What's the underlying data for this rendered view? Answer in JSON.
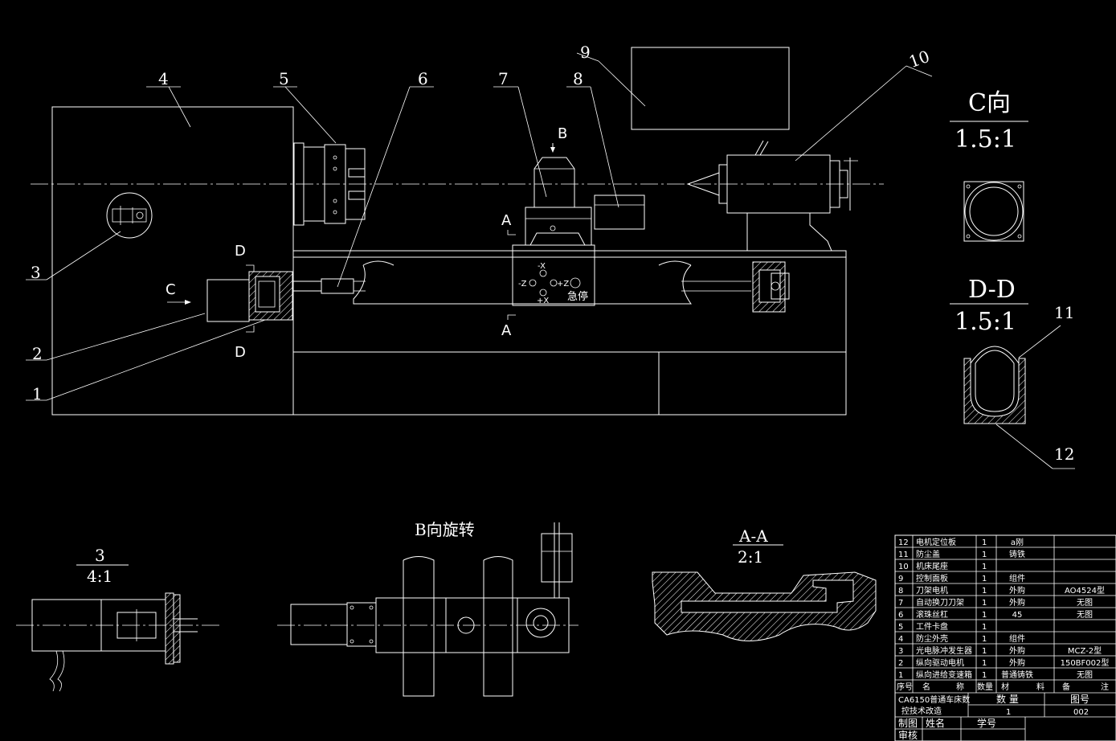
{
  "drawing": {
    "callouts": [
      "1",
      "2",
      "3",
      "4",
      "5",
      "6",
      "7",
      "8",
      "9",
      "10",
      "11",
      "12"
    ],
    "section_marks": {
      "a": "A",
      "b": "B",
      "c": "C",
      "d": "D"
    },
    "panel_labels": {
      "minus_x": "-X",
      "minus_z": "-Z",
      "plus_z": "+Z",
      "plus_x": "+X",
      "estop": "急停"
    },
    "views": {
      "c_view": {
        "title": "C向",
        "scale": "1.5:1"
      },
      "dd_view": {
        "title": "D-D",
        "scale": "1.5:1"
      },
      "detail3": {
        "title": "3",
        "scale": "4:1"
      },
      "b_view": {
        "title": "B向旋转"
      },
      "aa_view": {
        "title": "A-A",
        "scale": "2:1"
      }
    }
  },
  "parts_list": {
    "rows": [
      {
        "no": "12",
        "name": "电机定位板",
        "qty": "1",
        "material": "a刚",
        "note": ""
      },
      {
        "no": "11",
        "name": "防尘盖",
        "qty": "1",
        "material": "铸铁",
        "note": ""
      },
      {
        "no": "10",
        "name": "机床尾座",
        "qty": "1",
        "material": "",
        "note": ""
      },
      {
        "no": "9",
        "name": "控制面板",
        "qty": "1",
        "material": "组件",
        "note": ""
      },
      {
        "no": "8",
        "name": "刀架电机",
        "qty": "1",
        "material": "外购",
        "note": "AO4524型"
      },
      {
        "no": "7",
        "name": "自动换刀刀架",
        "qty": "1",
        "material": "外购",
        "note": "无图"
      },
      {
        "no": "6",
        "name": "滚珠丝杠",
        "qty": "1",
        "material": "45",
        "note": "无图"
      },
      {
        "no": "5",
        "name": "工件卡盘",
        "qty": "1",
        "material": "",
        "note": ""
      },
      {
        "no": "4",
        "name": "防尘外壳",
        "qty": "1",
        "material": "组件",
        "note": ""
      },
      {
        "no": "3",
        "name": "光电脉冲发生器",
        "qty": "1",
        "material": "外购",
        "note": "MCZ-2型"
      },
      {
        "no": "2",
        "name": "纵向驱动电机",
        "qty": "1",
        "material": "外购",
        "note": "150BF002型"
      },
      {
        "no": "1",
        "name": "纵向进给变速箱",
        "qty": "1",
        "material": "普通铸铁",
        "note": "无图"
      }
    ],
    "header": {
      "no": "序号",
      "name_a": "名",
      "name_b": "称",
      "qty": "数量",
      "mat_a": "材",
      "mat_b": "料",
      "note_a": "备",
      "note_b": "注"
    }
  },
  "title_block": {
    "title_line1": "CA6150普通车床数",
    "title_line2": "控技术改造",
    "qty_label": "数 量",
    "qty_value": "1",
    "drawing_no_label": "图号",
    "drawing_no": "002",
    "drawn_by": "制图",
    "name_label": "姓名",
    "student_no": "学号",
    "checked_by": "审核"
  }
}
